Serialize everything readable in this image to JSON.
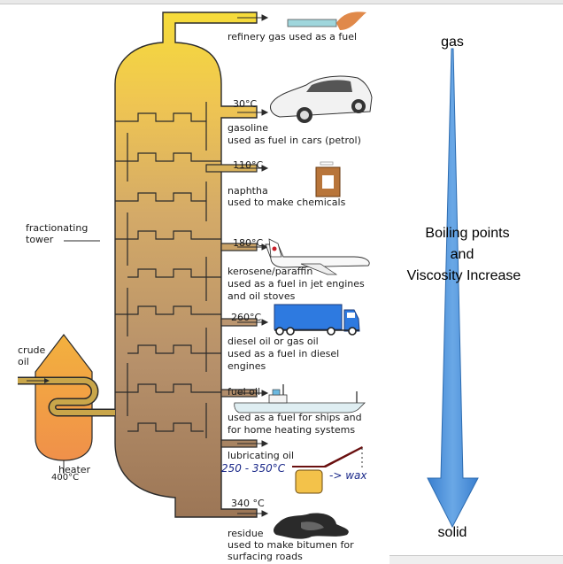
{
  "tower_label": [
    "fractionating",
    "tower"
  ],
  "crude_oil_label": [
    "crude",
    "oil"
  ],
  "heater_label": "heater",
  "heater_temp": "400°C",
  "fractions": [
    {
      "name": "refinery gas used as a fuel",
      "temp": "",
      "use": "",
      "icon": "gas-burner-icon"
    },
    {
      "name": "gasoline",
      "temp": "30°C",
      "use": "used as fuel in cars (petrol)",
      "icon": "car-icon"
    },
    {
      "name": "naphtha",
      "temp": "110°C",
      "use": "used to make chemicals",
      "icon": "chemical-jar-icon"
    },
    {
      "name": "kerosene/paraffin",
      "temp": "180°C",
      "use": [
        "used as a fuel in jet engines",
        "and oil stoves"
      ],
      "icon": "airplane-icon"
    },
    {
      "name": "diesel oil or gas oil",
      "temp": "260°C",
      "use": [
        "used as a fuel in diesel",
        "engines"
      ],
      "icon": "truck-icon"
    },
    {
      "name": "fuel oil",
      "temp": "",
      "use": [
        "used as a fuel for ships and",
        "for home heating systems"
      ],
      "icon": "ship-icon"
    },
    {
      "name": "lubricating oil",
      "temp": "",
      "use": "",
      "icon": "oil-can-icon"
    },
    {
      "name": "residue",
      "temp": "340 °C",
      "use": [
        "used to make bitumen for",
        "surfacing roads"
      ],
      "icon": "bitumen-icon"
    }
  ],
  "handwritten": {
    "lube_temp": "250 - 350°C",
    "wax_note": "-> wax"
  },
  "trend_arrow": {
    "top_label": "gas",
    "bottom_label": "solid",
    "caption": [
      "Boiling points",
      "and",
      "Viscosity Increase"
    ],
    "color": "#4a8fd6"
  },
  "colors": {
    "tower_top": "#f5d634",
    "tower_bottom": "#a6825e",
    "heater": "#f0a43c"
  }
}
